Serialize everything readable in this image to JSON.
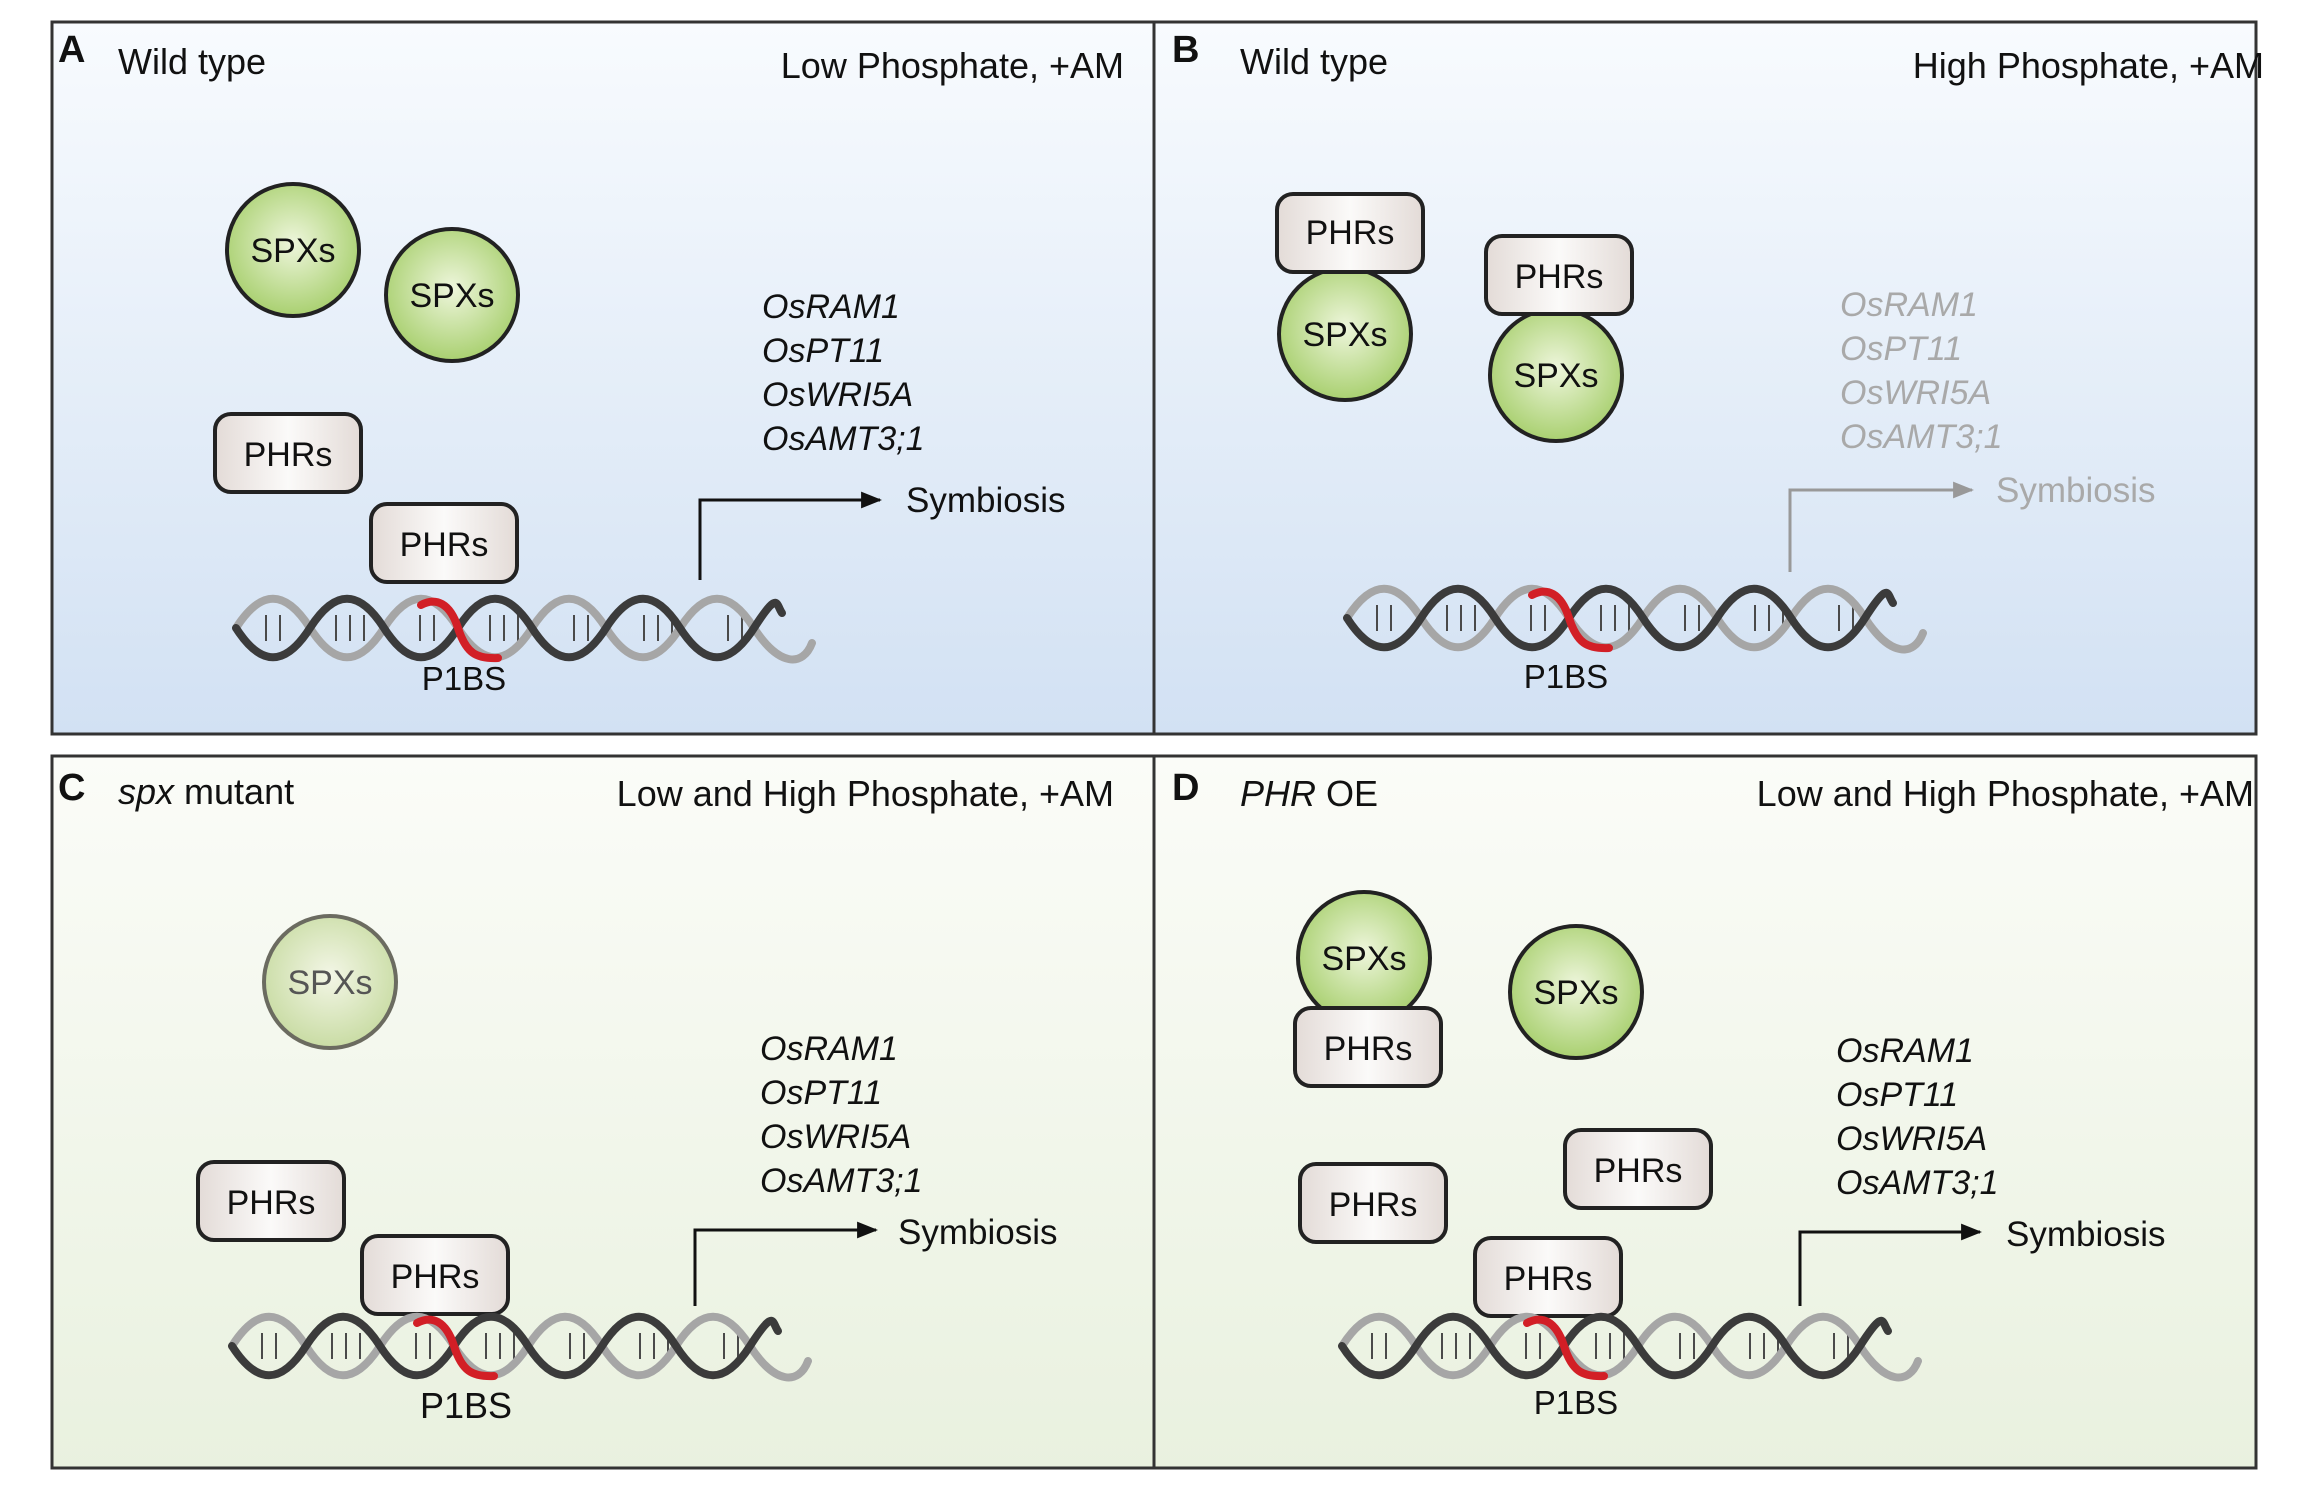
{
  "panels": [
    {
      "letter": "A",
      "title": "Wild type",
      "title_italic": "",
      "condition": "Low Phosphate, +AM",
      "bg": "blue",
      "active": true,
      "genes": [
        "OsRAM1",
        "OsPT11",
        "OsWRI5A",
        "OsAMT3;1"
      ],
      "output": "Symbiosis",
      "site": "P1BS",
      "spx_free": 2,
      "phr_free": 1,
      "complexes": "none",
      "bound_phr": true
    },
    {
      "letter": "B",
      "title": "Wild type",
      "title_italic": "",
      "condition": "High Phosphate, +AM",
      "bg": "blue",
      "active": false,
      "genes": [
        "OsRAM1",
        "OsPT11",
        "OsWRI5A",
        "OsAMT3;1"
      ],
      "output": "Symbiosis",
      "site": "P1BS",
      "spx_free": 0,
      "phr_free": 0,
      "complexes": "phr-on-spx",
      "bound_phr": false
    },
    {
      "letter": "C",
      "title": "mutant",
      "title_italic": "spx",
      "condition": "Low and High Phosphate, +AM",
      "bg": "green",
      "active": true,
      "genes": [
        "OsRAM1",
        "OsPT11",
        "OsWRI5A",
        "OsAMT3;1"
      ],
      "output": "Symbiosis",
      "site": "P1BS",
      "spx_free": 1,
      "phr_free": 1,
      "complexes": "none",
      "bound_phr": true
    },
    {
      "letter": "D",
      "title": "OE",
      "title_italic": "PHR",
      "condition": "Low and High Phosphate, +AM",
      "bg": "green",
      "active": true,
      "genes": [
        "OsRAM1",
        "OsPT11",
        "OsWRI5A",
        "OsAMT3;1"
      ],
      "output": "Symbiosis",
      "site": "P1BS",
      "spx_free": 1,
      "phr_free": 2,
      "complexes": "spx-on-phr",
      "bound_phr": true
    }
  ],
  "labels": {
    "spx": "SPXs",
    "phr": "PHRs"
  },
  "colors": {
    "spx_fill": "#c6e09a",
    "phr_fill": "#efe9e5",
    "dna_dark": "#3b3b3b",
    "dna_light": "#a6a6a6",
    "p1bs_red": "#d21f26",
    "inactive_text": "#a9a9a9"
  }
}
